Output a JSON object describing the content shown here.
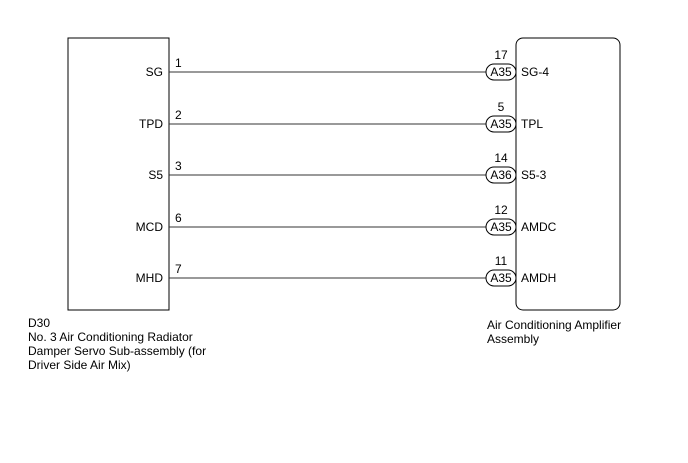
{
  "left_component": {
    "code": "D30",
    "name_lines": [
      "No. 3 Air Conditioning Radiator",
      "Damper Servo Sub-assembly (for",
      "Driver Side Air Mix)"
    ]
  },
  "right_component": {
    "name_lines": [
      "Air Conditioning Amplifier",
      "Assembly"
    ]
  },
  "wires": [
    {
      "left_label": "SG",
      "left_pin": "1",
      "right_pin": "17",
      "connector": "A35",
      "right_label": "SG-4"
    },
    {
      "left_label": "TPD",
      "left_pin": "2",
      "right_pin": "5",
      "connector": "A35",
      "right_label": "TPL"
    },
    {
      "left_label": "S5",
      "left_pin": "3",
      "right_pin": "14",
      "connector": "A36",
      "right_label": "S5-3"
    },
    {
      "left_label": "MCD",
      "left_pin": "6",
      "right_pin": "12",
      "connector": "A35",
      "right_label": "AMDC"
    },
    {
      "left_label": "MHD",
      "left_pin": "7",
      "right_pin": "11",
      "connector": "A35",
      "right_label": "AMDH"
    }
  ],
  "colors": {
    "line": "#000000",
    "wire": "#333333",
    "background": "#ffffff"
  }
}
